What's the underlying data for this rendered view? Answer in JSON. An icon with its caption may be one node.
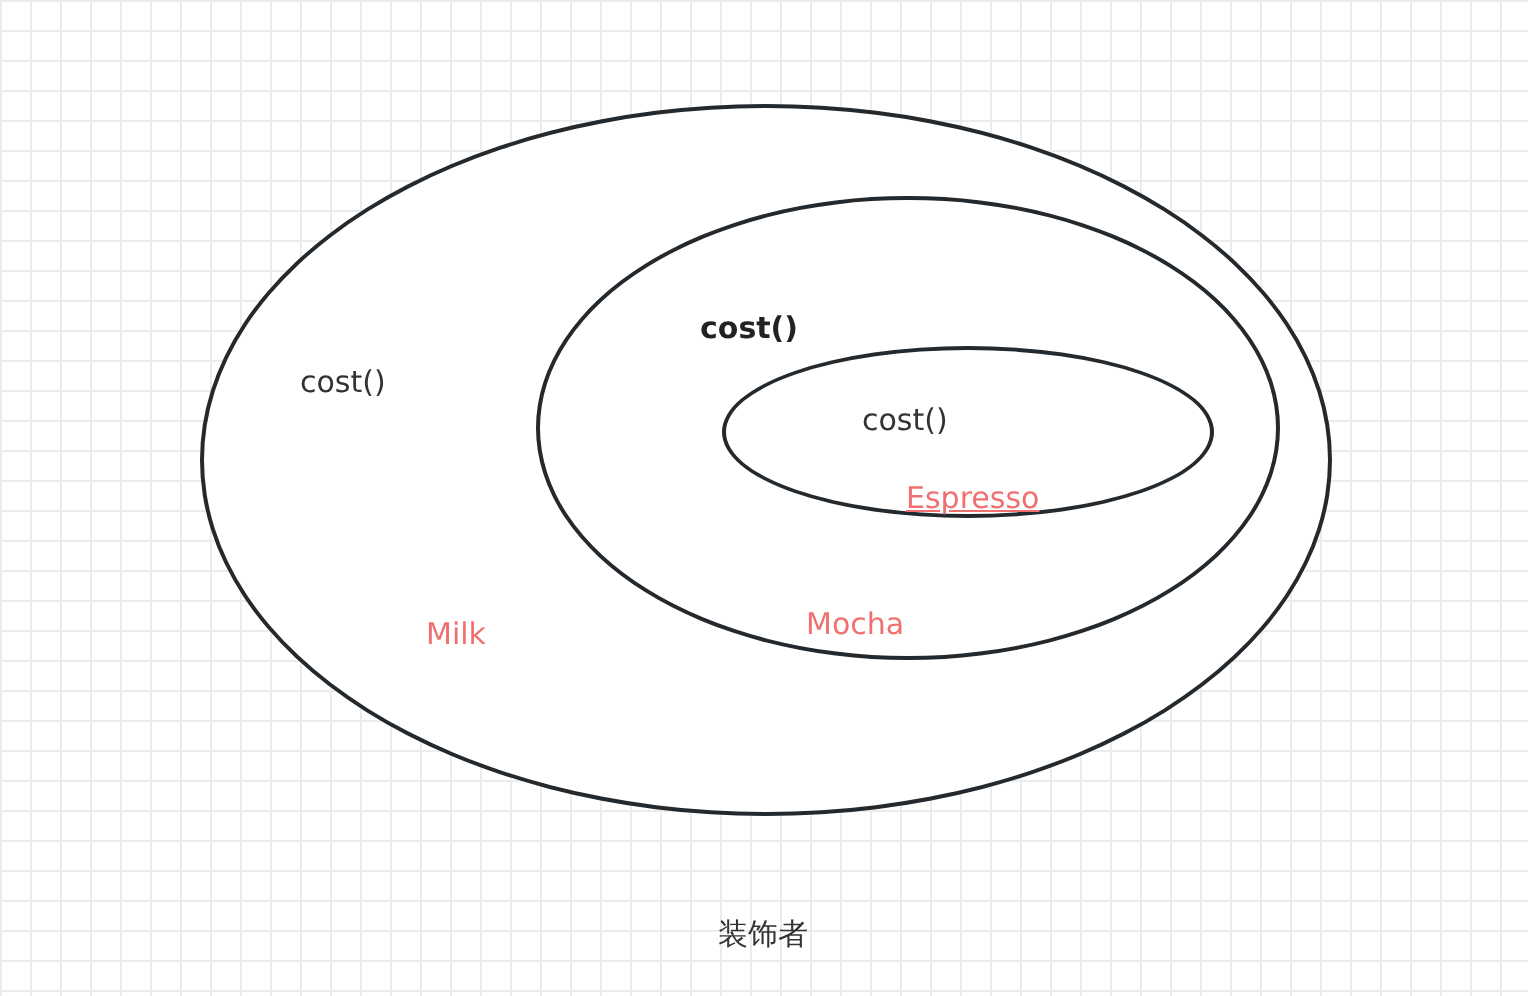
{
  "diagram": {
    "caption": "装饰者",
    "nodes": [
      {
        "text": [
          "cost()",
          "Milk"
        ]
      },
      {
        "text": [
          "cost()",
          "Mocha"
        ],
        "in": 0
      },
      {
        "text": [
          "cost()",
          "Espresso"
        ],
        "in": 1
      }
    ],
    "edges": []
  }
}
